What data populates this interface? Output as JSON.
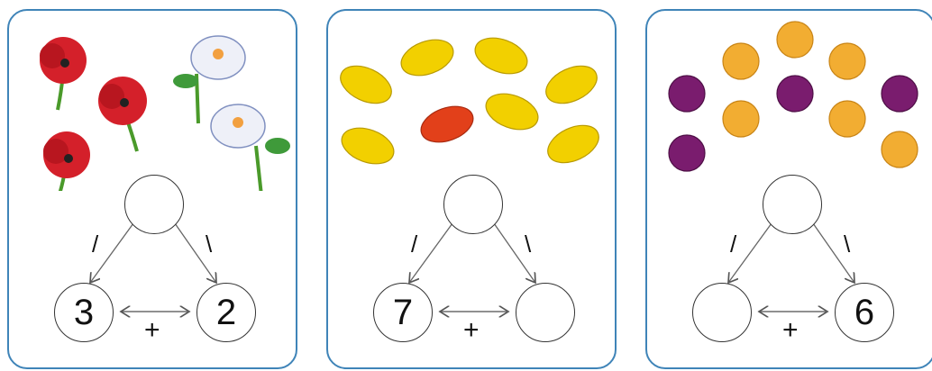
{
  "panels": [
    {
      "id": "flowers",
      "top_value": "",
      "left_value": "3",
      "right_value": "2",
      "operator": "+",
      "minus_left": "/",
      "minus_right": "\\"
    },
    {
      "id": "leaves",
      "top_value": "",
      "left_value": "7",
      "right_value": "",
      "operator": "+",
      "minus_left": "/",
      "minus_right": "\\"
    },
    {
      "id": "berries",
      "top_value": "",
      "left_value": "",
      "right_value": "6",
      "operator": "+",
      "minus_left": "/",
      "minus_right": "\\"
    }
  ],
  "colors": {
    "border": "#3f84b8",
    "poppy": "#d4202a",
    "flower_white": "#eef0f8",
    "leaf_yellow": "#f2d000",
    "leaf_red": "#e2401a",
    "berry_purple": "#7a1c6e",
    "berry_orange": "#f2ad32"
  },
  "icons": [
    "poppy-icon",
    "white-flower-icon",
    "yellow-oak-leaf-icon",
    "red-oak-leaf-icon",
    "purple-berry-icon",
    "orange-berry-icon"
  ]
}
